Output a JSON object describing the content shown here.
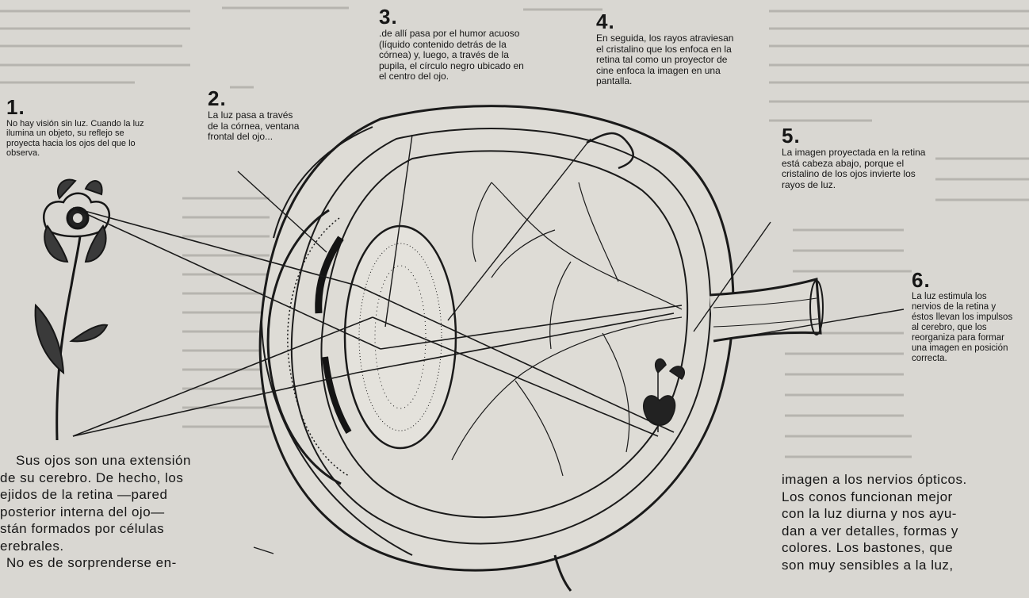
{
  "steps": [
    {
      "num": "1.",
      "text": "No hay visión sin luz. Cuando la luz ilumina un objeto, su reflejo se proyecta hacia los ojos del que lo observa."
    },
    {
      "num": "2.",
      "text": "La luz pasa a través de la córnea, ventana frontal del ojo..."
    },
    {
      "num": "3.",
      "text": ".de allí pasa por el humor acuoso (líquido contenido detrás de la córnea) y, luego, a través de la pupila, el círculo negro ubicado en el centro del ojo."
    },
    {
      "num": "4.",
      "text": "En seguida, los rayos atraviesan el cristalino que los enfoca en la retina tal como un proyector de cine enfoca la imagen en una pantalla."
    },
    {
      "num": "5.",
      "text": "La imagen proyectada en la retina está cabeza abajo, porque el cristalino de los ojos invierte los rayos de luz."
    },
    {
      "num": "6.",
      "text": "La luz estimula los nervios de la retina y éstos llevan los impulsos al cerebro, que los reorganiza para formar una imagen en posición correcta."
    }
  ],
  "body_left": {
    "lines": [
      "Sus ojos son una extensión",
      "de su cerebro. De hecho, los",
      "ejidos de la retina —pared",
      "posterior interna del ojo—",
      "stán formados por células",
      "erebrales.",
      "No es de sorprenderse en-"
    ]
  },
  "body_right": {
    "lines": [
      "imagen a los nervios ópticos.",
      "Los conos funcionan mejor",
      "con la luz diurna y nos ayu-",
      "dan a ver detalles, formas y",
      "colores. Los bastones, que",
      "son muy sensibles a la luz,"
    ]
  }
}
